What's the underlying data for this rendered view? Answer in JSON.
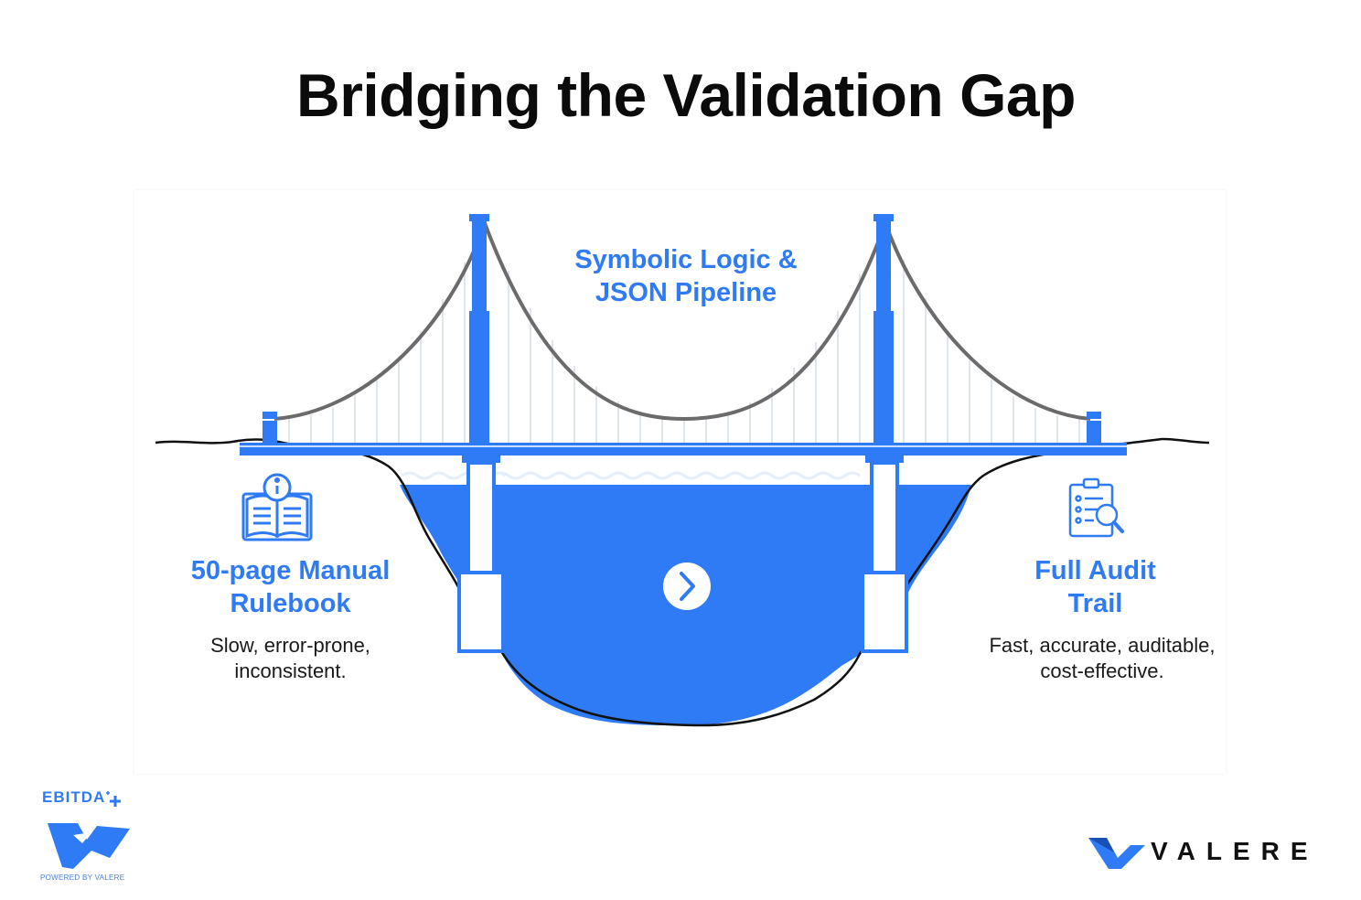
{
  "title": "Bridging the Validation Gap",
  "bridge": {
    "center_label": [
      "Symbolic Logic &",
      "JSON Pipeline"
    ],
    "left": {
      "label": [
        "50-page Manual",
        "Rulebook"
      ],
      "description": [
        "Slow, error-prone,",
        "inconsistent."
      ],
      "icon": "open-book-info-icon"
    },
    "right": {
      "label": [
        "Full Audit",
        "Trail"
      ],
      "description": [
        "Fast, accurate, auditable,",
        "cost-effective."
      ],
      "icon": "clipboard-magnifier-icon"
    },
    "arrow_icon": "chevron-right-icon"
  },
  "logos": {
    "ebitda": {
      "text": "EBITDA",
      "powered": "POWERED BY VALERE"
    },
    "valere": {
      "text": "VALERE"
    }
  },
  "colors": {
    "accent": "#2f7bf5",
    "water": "#2f7bf5",
    "cable": "#6b6b6b",
    "text": "#0b0b0b"
  }
}
